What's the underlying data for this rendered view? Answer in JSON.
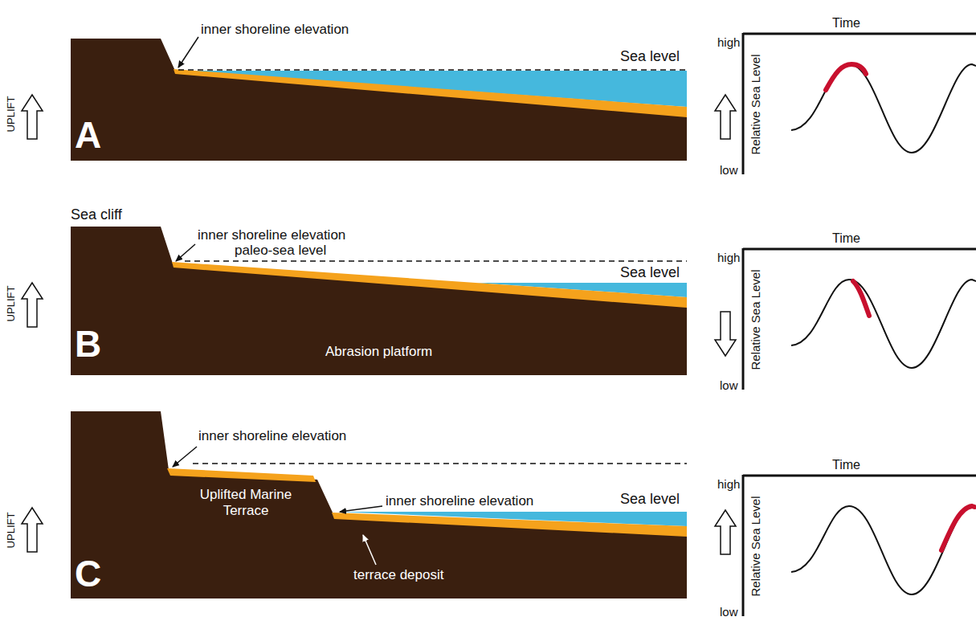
{
  "diagram": {
    "labels": [
      "UPLIFT",
      "inner shoreline elevation",
      "Sea level",
      "A",
      "Time",
      "high",
      "Relative Sea Level",
      "low",
      "Sea cliff",
      "UPLIFT",
      "inner shoreline elevation",
      "paleo-sea level",
      "Sea level",
      "B",
      "Abrasion platform",
      "Time",
      "high",
      "Relative Sea Level",
      "low",
      "UPLIFT",
      "inner shoreline elevation",
      "Uplifted Marine Terrace",
      "inner shoreline elevation",
      "Sea level",
      "terrace deposit",
      "C",
      "Time",
      "high",
      "Relative Sea Level",
      "low"
    ]
  }
}
